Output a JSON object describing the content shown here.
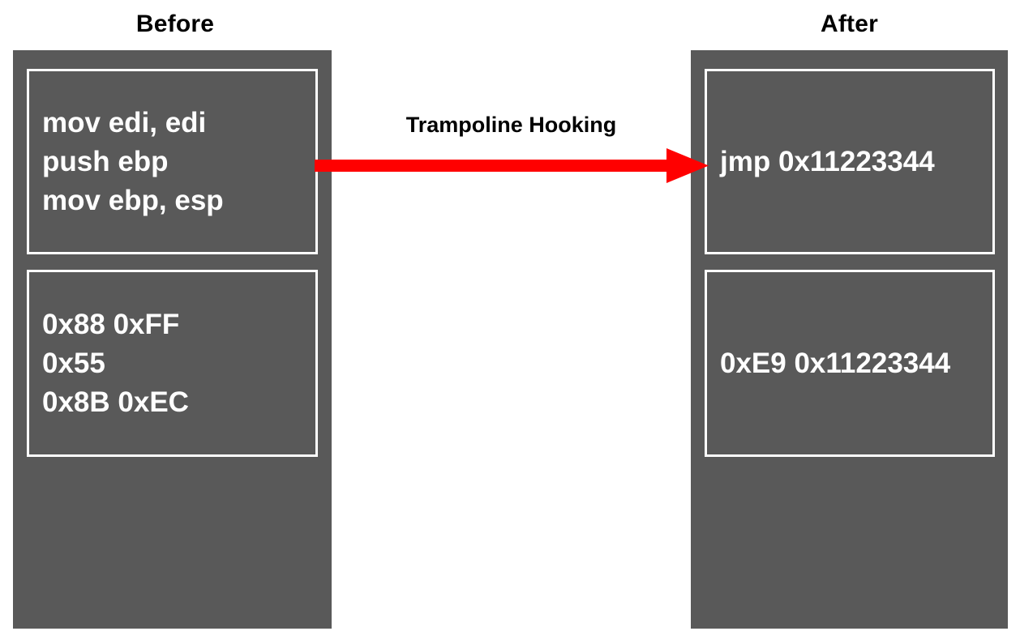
{
  "columns": {
    "before": {
      "title": "Before",
      "blocks": [
        {
          "name": "assembly",
          "lines": [
            "mov edi, edi",
            "push ebp",
            "mov ebp, esp"
          ]
        },
        {
          "name": "bytes",
          "lines": [
            "0x88 0xFF",
            "0x55",
            "0x8B 0xEC"
          ]
        }
      ]
    },
    "after": {
      "title": "After",
      "blocks": [
        {
          "name": "assembly",
          "lines": [
            "jmp 0x11223344"
          ]
        },
        {
          "name": "bytes",
          "lines": [
            "0xE9 0x11223344"
          ]
        }
      ]
    }
  },
  "transition": {
    "label": "Trampoline Hooking",
    "arrow_icon": "arrow-right-icon",
    "arrow_color": "#FF0000",
    "direction": "left-to-right"
  },
  "colors": {
    "background": "#FFFFFF",
    "memory_block": "#595959",
    "block_border": "#FFFFFF",
    "code_text": "#FFFFFF",
    "title_text": "#000000",
    "arrow": "#FF0000"
  }
}
